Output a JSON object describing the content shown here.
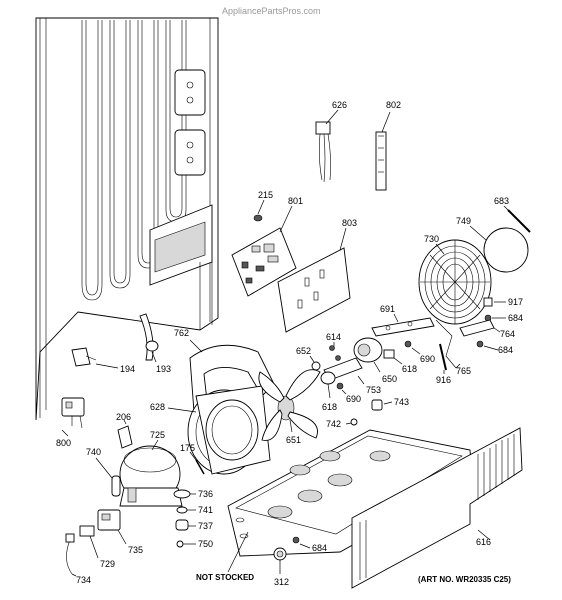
{
  "watermark": "AppliancePartsPros.com",
  "footer": {
    "not_stocked": "NOT STOCKED",
    "art_no": "(ART NO. WR20335 C25)"
  },
  "callouts": [
    {
      "id": "c626",
      "text": "626"
    },
    {
      "id": "c802",
      "text": "802"
    },
    {
      "id": "c215",
      "text": "215"
    },
    {
      "id": "c801",
      "text": "801"
    },
    {
      "id": "c803",
      "text": "803"
    },
    {
      "id": "c683",
      "text": "683"
    },
    {
      "id": "c749",
      "text": "749"
    },
    {
      "id": "c730",
      "text": "730"
    },
    {
      "id": "c917",
      "text": "917"
    },
    {
      "id": "c684a",
      "text": "684"
    },
    {
      "id": "c764",
      "text": "764"
    },
    {
      "id": "c684b",
      "text": "684"
    },
    {
      "id": "c691",
      "text": "691"
    },
    {
      "id": "c614",
      "text": "614"
    },
    {
      "id": "c690a",
      "text": "690"
    },
    {
      "id": "c618a",
      "text": "618"
    },
    {
      "id": "c765",
      "text": "765"
    },
    {
      "id": "c916",
      "text": "916"
    },
    {
      "id": "c762",
      "text": "762"
    },
    {
      "id": "c652",
      "text": "652"
    },
    {
      "id": "c650",
      "text": "650"
    },
    {
      "id": "c753",
      "text": "753"
    },
    {
      "id": "c690b",
      "text": "690"
    },
    {
      "id": "c618b",
      "text": "618"
    },
    {
      "id": "c743",
      "text": "743"
    },
    {
      "id": "c742",
      "text": "742"
    },
    {
      "id": "c628",
      "text": "628"
    },
    {
      "id": "c651",
      "text": "651"
    },
    {
      "id": "c194",
      "text": "194"
    },
    {
      "id": "c193",
      "text": "193"
    },
    {
      "id": "c800",
      "text": "800"
    },
    {
      "id": "c206",
      "text": "206"
    },
    {
      "id": "c725",
      "text": "725"
    },
    {
      "id": "c740",
      "text": "740"
    },
    {
      "id": "c175",
      "text": "175"
    },
    {
      "id": "c736",
      "text": "736"
    },
    {
      "id": "c741",
      "text": "741"
    },
    {
      "id": "c737",
      "text": "737"
    },
    {
      "id": "c750",
      "text": "750"
    },
    {
      "id": "c735",
      "text": "735"
    },
    {
      "id": "c729",
      "text": "729"
    },
    {
      "id": "c734",
      "text": "734"
    },
    {
      "id": "c684c",
      "text": "684"
    },
    {
      "id": "c312",
      "text": "312"
    },
    {
      "id": "c616",
      "text": "616"
    }
  ]
}
